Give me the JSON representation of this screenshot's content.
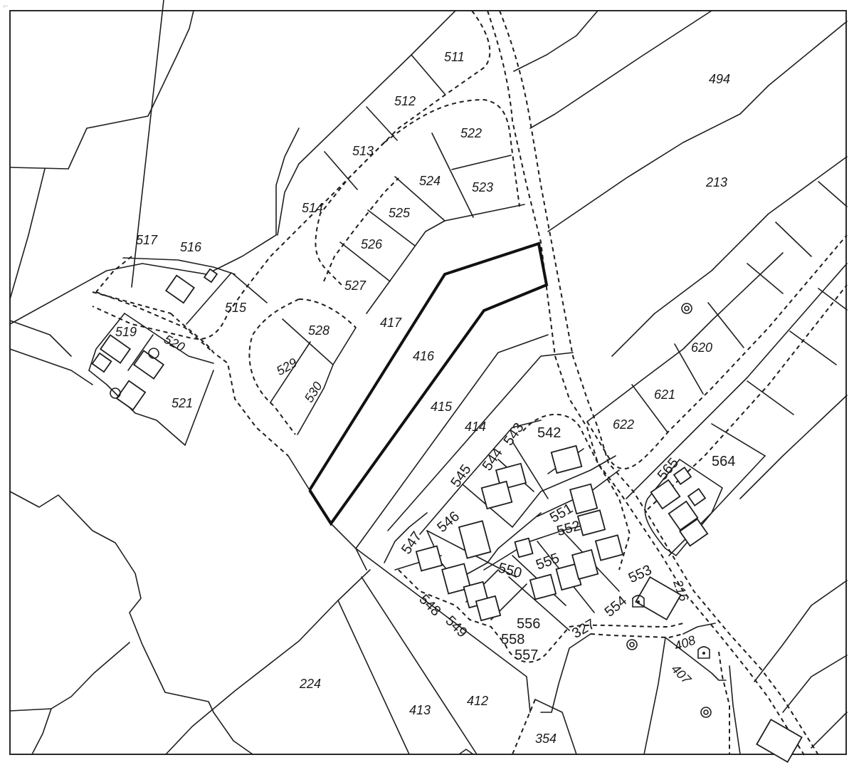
{
  "map": {
    "type": "cadastral-parcel-plan",
    "highlight_color": "#111111",
    "line_color": "#1e1e1e",
    "background": "#ffffff",
    "highlighted_parcel": "416",
    "corner_mark": "⌐",
    "parcels": {
      "p511": "511",
      "p512": "512",
      "p513": "513",
      "p514": "514",
      "p515": "515",
      "p516": "516",
      "p517": "517",
      "p519": "519",
      "p520": "520",
      "p521": "521",
      "p522": "522",
      "p523": "523",
      "p524": "524",
      "p525": "525",
      "p526": "526",
      "p527": "527",
      "p528": "528",
      "p529": "529",
      "p530": "530",
      "p494": "494",
      "p213": "213",
      "p417": "417",
      "p416": "416",
      "p415": "415",
      "p414": "414",
      "p620": "620",
      "p621": "621",
      "p622": "622",
      "p564": "564",
      "p565": "565",
      "p542": "542",
      "p543": "543",
      "p544": "544",
      "p545": "545",
      "p546": "546",
      "p547": "547",
      "p548": "548",
      "p549": "549",
      "p550": "550",
      "p551": "551",
      "p552": "552",
      "p553": "553",
      "p554": "554",
      "p555": "555",
      "p556": "556",
      "p557": "557",
      "p558": "558",
      "p327": "327",
      "p216": "216",
      "p408": "408",
      "p407": "407",
      "p224": "224",
      "p413": "413",
      "p412": "412",
      "p354": "354"
    },
    "symbols": {
      "survey_point": "◎",
      "monument": "⌂"
    }
  }
}
